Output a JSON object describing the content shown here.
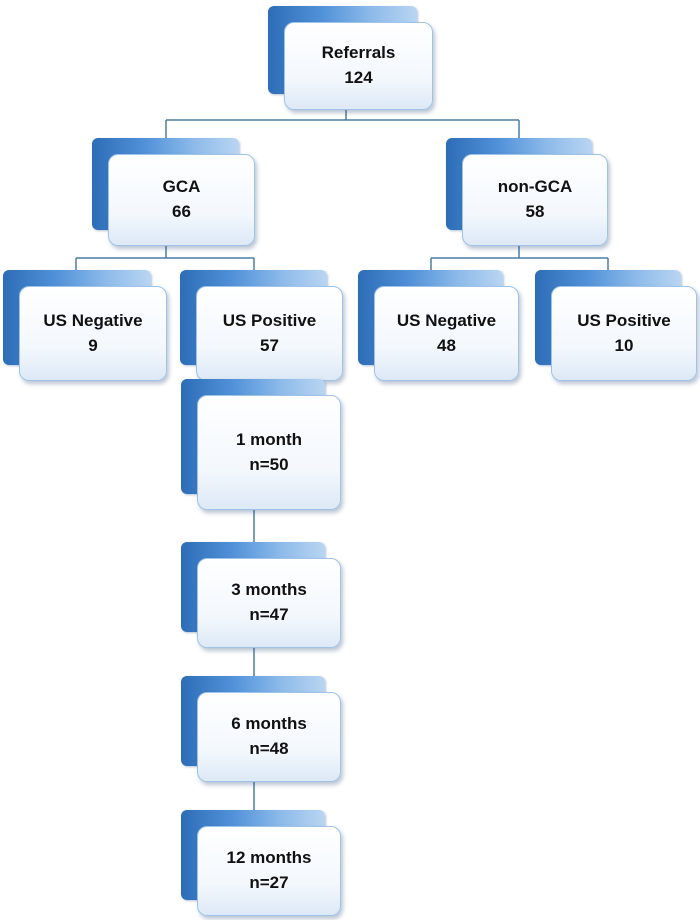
{
  "nodes": {
    "referrals": {
      "label": "Referrals",
      "value": "124"
    },
    "gca": {
      "label": "GCA",
      "value": "66"
    },
    "non_gca": {
      "label": "non-GCA",
      "value": "58"
    },
    "gca_us_negative": {
      "label": "US Negative",
      "value": "9"
    },
    "gca_us_positive": {
      "label": "US Positive",
      "value": "57"
    },
    "non_gca_us_negative": {
      "label": "US Negative",
      "value": "48"
    },
    "non_gca_us_positive": {
      "label": "US Positive",
      "value": "10"
    },
    "month_1": {
      "label": "1 month",
      "value": "n=50"
    },
    "month_3": {
      "label": "3 months",
      "value": "n=47"
    },
    "month_6": {
      "label": "6 months",
      "value": "n=48"
    },
    "month_12": {
      "label": "12 months",
      "value": "n=27"
    }
  },
  "colors": {
    "connector": "#4a7ea3",
    "box_back": "#4f90d8",
    "box_front_border": "#9ec2e8"
  }
}
